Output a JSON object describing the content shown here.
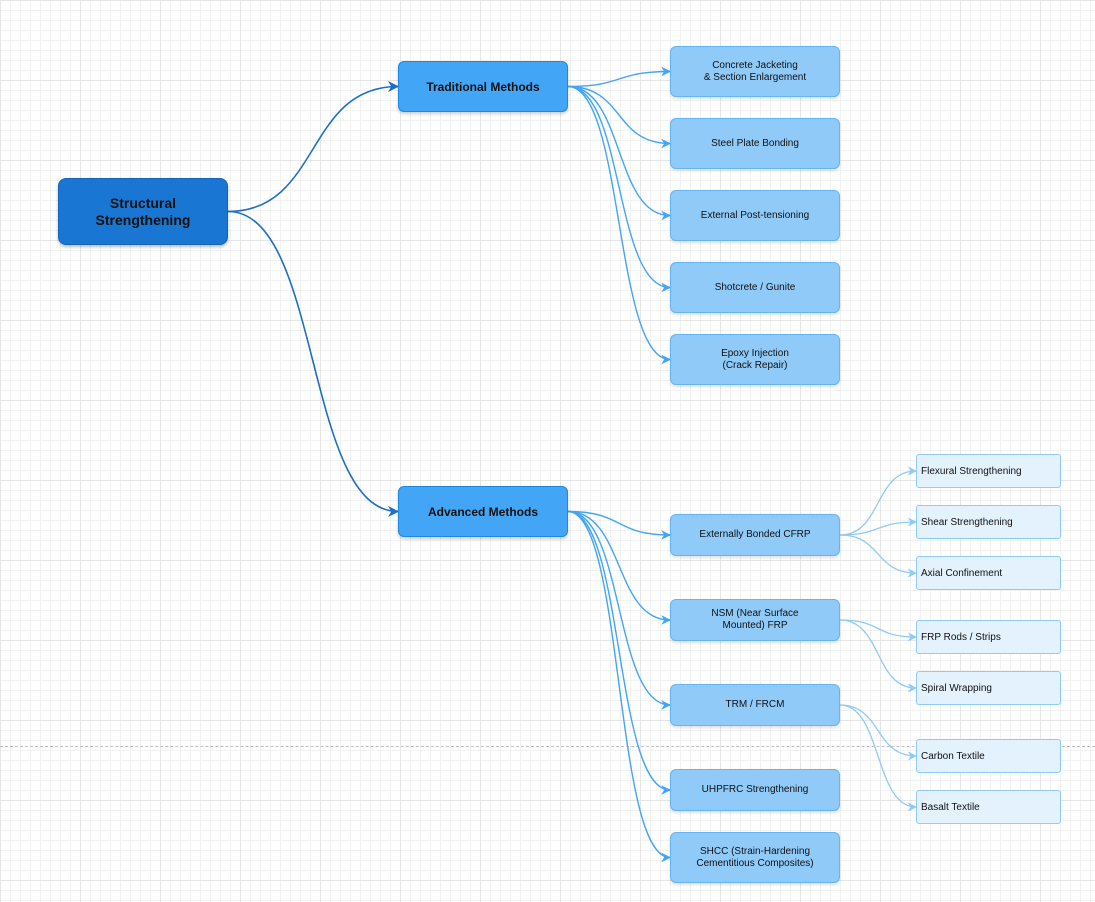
{
  "diagram": {
    "root": "Structural\nStrengthening",
    "traditional": {
      "label": "Traditional Methods",
      "children": [
        "Concrete Jacketing\n& Section Enlargement",
        "Steel Plate Bonding",
        "External Post-tensioning",
        "Shotcrete / Gunite",
        "Epoxy Injection\n(Crack Repair)"
      ]
    },
    "advanced": {
      "label": "Advanced Methods",
      "children": [
        {
          "label": "Externally Bonded CFRP",
          "children": [
            "Flexural Strengthening",
            "Shear Strengthening",
            "Axial Confinement"
          ]
        },
        {
          "label": "NSM (Near Surface\nMounted) FRP",
          "children": [
            "FRP Rods / Strips",
            "Spiral Wrapping"
          ]
        },
        {
          "label": "TRM / FRCM",
          "children": [
            "Carbon Textile",
            "Basalt Textile"
          ]
        },
        {
          "label": "UHPFRC Strengthening",
          "children": []
        },
        {
          "label": "SHCC (Strain-Hardening\nCementitious Composites)",
          "children": []
        }
      ]
    }
  },
  "colors": {
    "root_edge": "#1e6fc2",
    "level2_edge": "#42a5f5",
    "level3_edge": "#90caf9"
  }
}
